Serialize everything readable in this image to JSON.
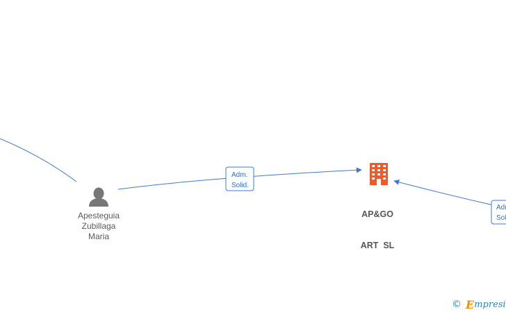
{
  "nodes": {
    "person": {
      "name_lines": [
        "Apesteguia",
        "Zubillaga",
        "Maria"
      ],
      "icon": "person-icon",
      "color": "#777777"
    },
    "company": {
      "name_lines": [
        "AP&GO",
        "ART  SL"
      ],
      "icon": "building-icon",
      "color": "#f05a28"
    }
  },
  "edges": [
    {
      "label_lines": [
        "Adm.",
        "Solid."
      ]
    },
    {
      "label_lines": [
        "Adm",
        "Soli"
      ]
    }
  ],
  "colors": {
    "edge": "#3a78d4",
    "label_border": "#3a78d4",
    "label_text": "#2f6fd6"
  },
  "footer": {
    "copyright": "©",
    "brand_initial": "E",
    "brand_rest": "mpresia"
  }
}
